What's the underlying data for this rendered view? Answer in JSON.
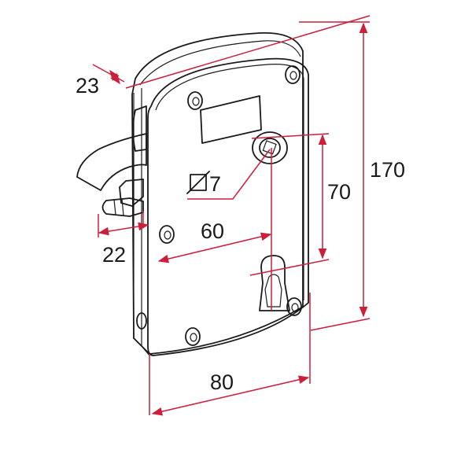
{
  "diagram": {
    "subject": "rim lock technical drawing",
    "dimension_color": "#cc1f3a",
    "outline_color": "#1a1a1a",
    "dimensions": {
      "depth": "23",
      "latch_projection": "22",
      "square_spindle": "7",
      "backset": "60",
      "spindle_to_cylinder": "70",
      "height": "170",
      "width": "80"
    }
  }
}
